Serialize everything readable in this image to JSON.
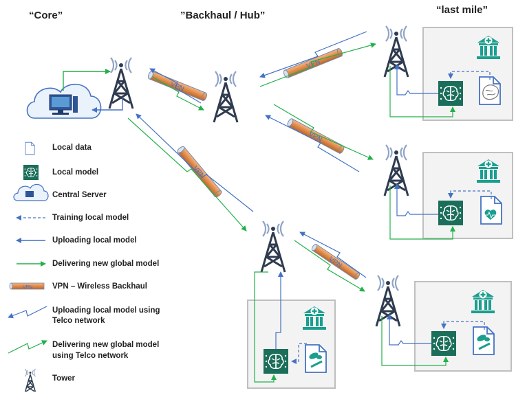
{
  "zones": {
    "core": "“Core”",
    "backhaul": "”Backhaul / Hub”",
    "last_mile": "“last mile”"
  },
  "vpn_label": "VPN",
  "legend": {
    "local_data": "Local data",
    "local_model": "Local model",
    "central_server": "Central Server",
    "training": "Training local model",
    "uploading": "Uploading local model",
    "delivering": "Delivering new global model",
    "vpn": "VPN – Wireless Backhaul",
    "uploading_telco_1": "Uploading local model using",
    "uploading_telco_2": "Telco network",
    "delivering_telco_1": "Delivering new global model",
    "delivering_telco_2": "using Telco network",
    "tower": "Tower",
    "vpn_icon_text": "VPN"
  },
  "colors": {
    "upload": "#4472c4",
    "deliver": "#22b14c",
    "model": "#1b6e5a",
    "tower": "#2f3b4f",
    "signal": "#8fa3c4",
    "pipe": "#e08b4a",
    "box_border": "#bfbfbf"
  },
  "icons": [
    "document-icon",
    "brain-model-icon",
    "cloud-server-icon",
    "tower-icon",
    "hospital-icon",
    "vpn-pipe-icon"
  ]
}
